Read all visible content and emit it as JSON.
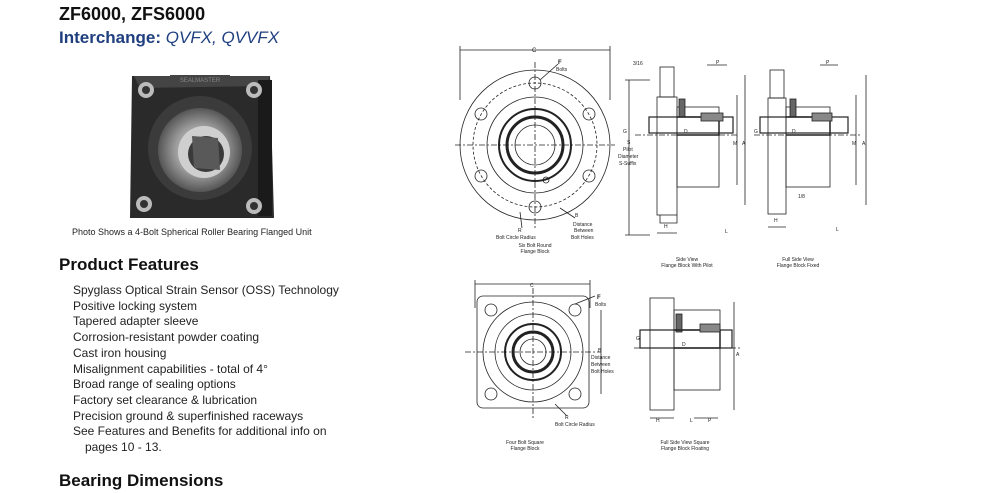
{
  "header": {
    "title": "ZF6000, ZFS6000",
    "interchange_label": "Interchange:",
    "interchange_value": "QVFX, QVVFX"
  },
  "photo": {
    "caption": "Photo Shows a 4-Bolt Spherical Roller Bearing Flanged Unit",
    "casting_text": "SEALMASTER"
  },
  "product_features": {
    "heading": "Product Features",
    "items": [
      "Spyglass Optical Strain Sensor (OSS) Technology",
      "Positive locking system",
      "Tapered adapter sleeve",
      "Corrosion-resistant powder coating",
      "Cast iron housing",
      "Misalignment capabilities - total of 4°",
      "Broad range of sealing options",
      "Factory set clearance & lubrication",
      "Precision ground & superfinished raceways",
      "See Features and Benefits for additional info on",
      "pages 10 - 13."
    ]
  },
  "bearing_dimensions": {
    "heading": "Bearing Dimensions"
  },
  "diagrams": {
    "six_bolt": {
      "caption_line1": "Six Bolt Round",
      "caption_line2": "Flange Block",
      "dim_c": "C",
      "dim_f": "F",
      "bolts": "Bolts",
      "dim_r": "R",
      "bolt_circle_radius": "Bolt Circle Radius",
      "dim_b": "B",
      "distance_1": "Distance",
      "distance_2": "Between",
      "distance_3": "Bolt Holes"
    },
    "side_pilot": {
      "caption_line1": "Side View",
      "caption_line2": "Flange Block With Pilot",
      "dim_316": "3/16",
      "dim_p": "P",
      "dim_g": "G",
      "dim_d": "D",
      "dim_s": "S",
      "pilot_1": "Pilot",
      "pilot_2": "Diameter",
      "pilot_3": "S-Suffix",
      "dim_m": "M",
      "dim_a": "A",
      "dim_h": "H",
      "dim_l": "L"
    },
    "full_fixed": {
      "caption_line1": "Full Side View",
      "caption_line2": "Flange Block Fixed",
      "dim_p": "P",
      "dim_g": "G",
      "dim_d": "D",
      "dim_m": "M",
      "dim_a": "A",
      "dim_18": "1/8",
      "dim_h": "H",
      "dim_l": "L"
    },
    "four_bolt": {
      "caption_line1": "Four Bolt Square",
      "caption_line2": "Flange Block",
      "dim_c": "C",
      "dim_f": "F",
      "bolts": "Bolts",
      "dim_b": "B",
      "distance_1": "Distance",
      "distance_2": "Between",
      "distance_3": "Bolt Holes",
      "dim_r": "R",
      "bolt_circle_radius": "Bolt Circle Radius"
    },
    "full_floating": {
      "caption_line1": "Full Side View Square",
      "caption_line2": "Flange Block Floating",
      "dim_g": "G",
      "dim_d": "D",
      "dim_a": "A",
      "dim_h": "H",
      "dim_l": "L",
      "dim_p": "P"
    }
  }
}
